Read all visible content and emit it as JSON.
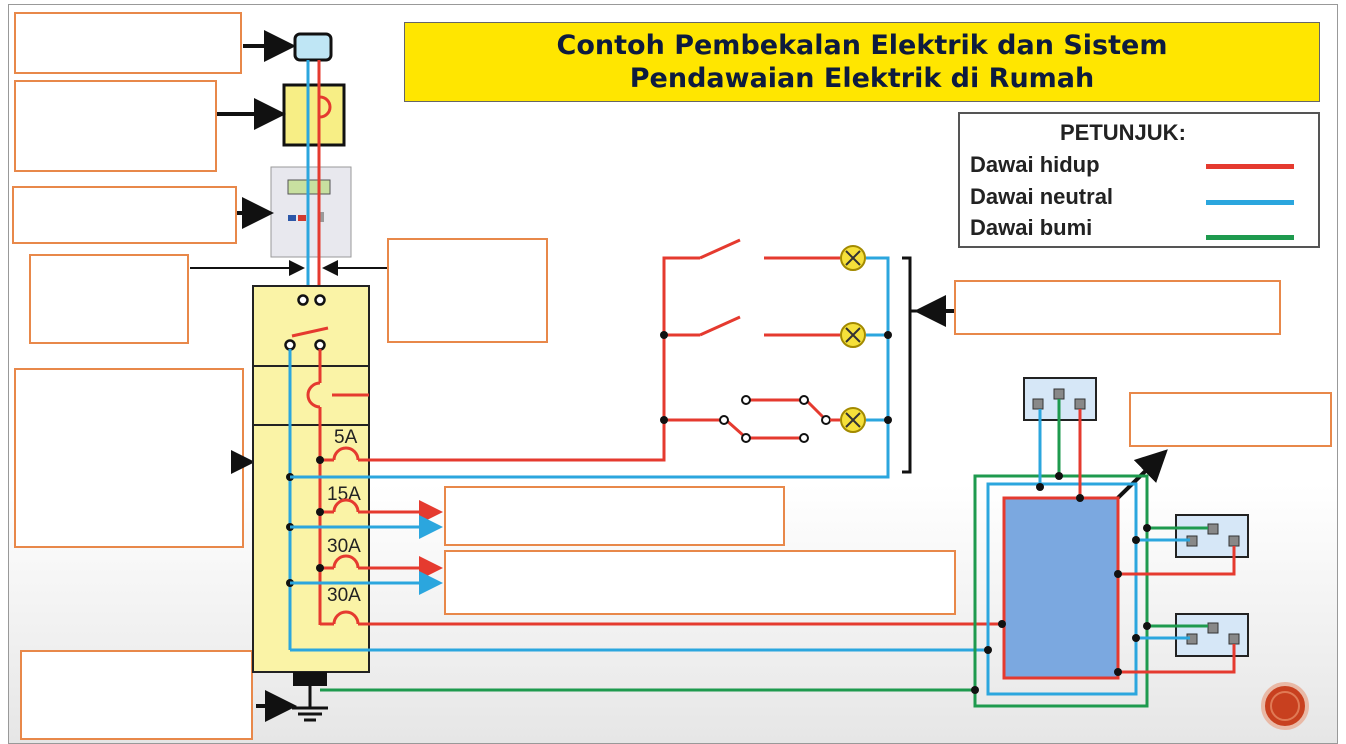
{
  "title": {
    "line1": "Contoh Pembekalan Elektrik dan Sistem",
    "line2": "Pendawaian Elektrik di Rumah"
  },
  "legend": {
    "heading": "PETUNJUK:",
    "items": [
      {
        "label": "Dawai hidup",
        "color": "#e53a2f"
      },
      {
        "label": "Dawai neutral",
        "color": "#2ba6de"
      },
      {
        "label": "Dawai bumi",
        "color": "#1e9a4e"
      }
    ]
  },
  "fuse_ratings": [
    "5A",
    "15A",
    "30A",
    "30A"
  ],
  "colors": {
    "live": "#e53a2f",
    "neutral": "#2ba6de",
    "earth": "#1e9a4e",
    "panel": "#faf3a6",
    "box_border": "#e8884a",
    "title_bg": "#ffe600"
  }
}
